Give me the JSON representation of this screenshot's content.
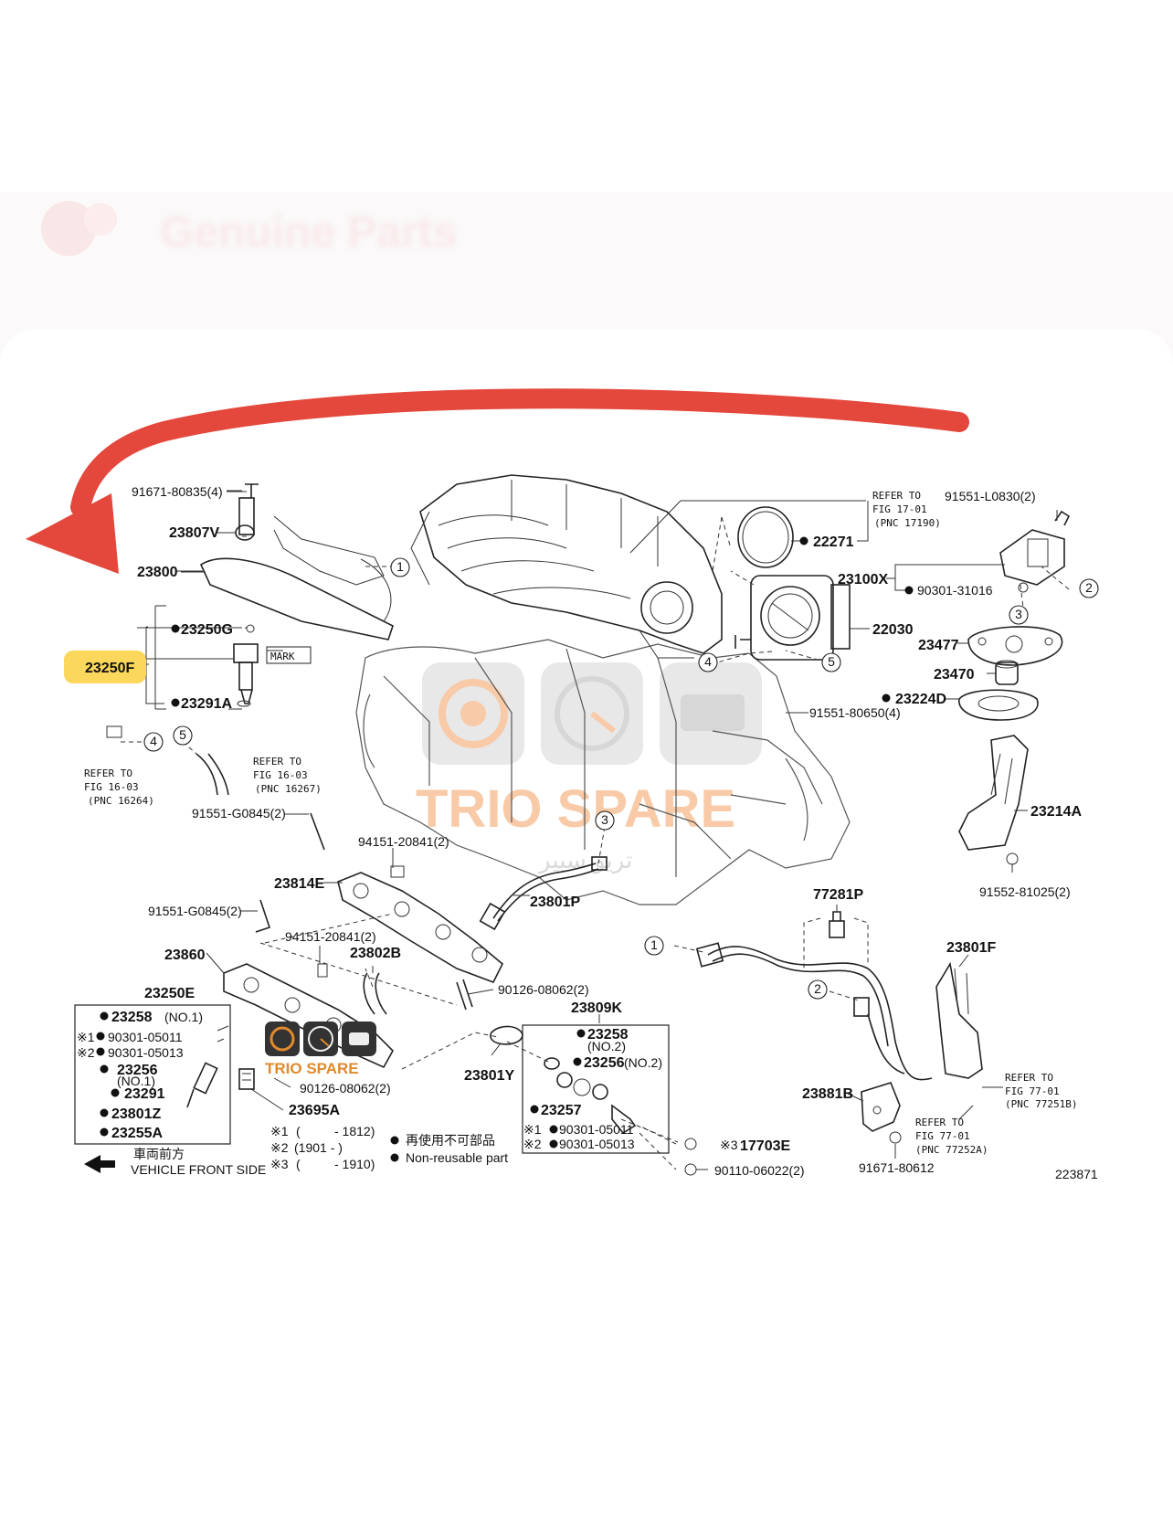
{
  "header": {
    "title_blurred": "Genuine Parts"
  },
  "highlight": {
    "part": "23250F",
    "color": "#fbd85b"
  },
  "arrow": {
    "color": "#e4473b"
  },
  "watermark": {
    "brand": "TRIO SPARE",
    "brand_ar": "تريو سبير",
    "accent": "#f3a060"
  },
  "logo_small": {
    "brand": "TRIO SPARE",
    "accent": "#e08a2c"
  },
  "labels": {
    "p91671_80835": "91671-80835(4)",
    "p23807V": "23807V",
    "p23800": "23800",
    "p23250G": "23250G",
    "p23250F": "23250F",
    "mark": "MARK",
    "p23291A": "23291A",
    "refer_fig_16_03_left_1": "REFER TO",
    "refer_fig_16_03_left_2": "FIG 16-03",
    "refer_fig_16_03_left_3": "(PNC 16264)",
    "refer_fig_16_03_mid_1": "REFER TO",
    "refer_fig_16_03_mid_2": "FIG 16-03",
    "refer_fig_16_03_mid_3": "(PNC 16267)",
    "p91551_G0845_a": "91551-G0845(2)",
    "p94151_20841_a": "94151-20841(2)",
    "p23814E": "23814E",
    "p23801P": "23801P",
    "p91551_G0845_b": "91551-G0845(2)",
    "p94151_20841_b": "94151-20841(2)",
    "p23802B": "23802B",
    "p23860": "23860",
    "p90126_08062_a": "90126-08062(2)",
    "p23809K": "23809K",
    "p23250E": "23250E",
    "box_left_1": "23258",
    "box_left_1s": "(NO.1)",
    "box_left_2": "90301-05011",
    "box_left_2m": "※1",
    "box_left_3": "90301-05013",
    "box_left_3m": "※2",
    "box_left_4": "23256",
    "box_left_4s": "(NO.1)",
    "box_left_5": "23291",
    "box_left_6": "23801Z",
    "box_left_7": "23255A",
    "p90126_08062_b": "90126-08062(2)",
    "p23695A": "23695A",
    "p23801Y": "23801Y",
    "box_mid_1": "23258",
    "box_mid_1s": "(NO.2)",
    "box_mid_2": "23256",
    "box_mid_2s": "(NO.2)",
    "box_mid_3": "23257",
    "box_mid_4": "90301-05011",
    "box_mid_4m": "※1",
    "box_mid_5": "90301-05013",
    "box_mid_5m": "※2",
    "p17703E": "17703E",
    "p17703E_m": "※3",
    "p90110_06022": "90110-06022(2)",
    "refer_fig_17_01_1": "REFER TO",
    "refer_fig_17_01_2": "FIG 17-01",
    "refer_fig_17_01_3": "(PNC 17190)",
    "p22271": "22271",
    "p91551_L0830": "91551-L0830(2)",
    "p23100X": "23100X",
    "p90301_31016": "90301-31016",
    "p22030": "22030",
    "p23477": "23477",
    "p23470": "23470",
    "p23224D": "23224D",
    "p91551_80650": "91551-80650(4)",
    "p23214A": "23214A",
    "p91552_81025": "91552-81025(2)",
    "p77281P": "77281P",
    "p23801F": "23801F",
    "refer_fig_77_01_r_1": "REFER TO",
    "refer_fig_77_01_r_2": "FIG 77-01",
    "refer_fig_77_01_r_3": "(PNC 77251B)",
    "refer_fig_77_01_l_1": "REFER TO",
    "refer_fig_77_01_l_2": "FIG 77-01",
    "refer_fig_77_01_l_3": "(PNC 77252A)",
    "p23881B": "23881B",
    "p91671_80612": "91671-80612",
    "figure_no": "223871"
  },
  "callouts": {
    "c1": "1",
    "c2": "2",
    "c3": "3",
    "c4": "4",
    "c5": "5"
  },
  "legend": {
    "front_jp": "車両前方",
    "front_en": "VEHICLE FRONT SIDE",
    "r1_mark": "※1",
    "r1_open": "(",
    "r1_val": "- 1812)",
    "r2_mark": "※2",
    "r2_val": "(1901    -        )",
    "r3_mark": "※3",
    "r3_open": "(",
    "r3_val": "- 1910)",
    "nr_jp": "再使用不可部品",
    "nr_en": "Non-reusable part"
  }
}
